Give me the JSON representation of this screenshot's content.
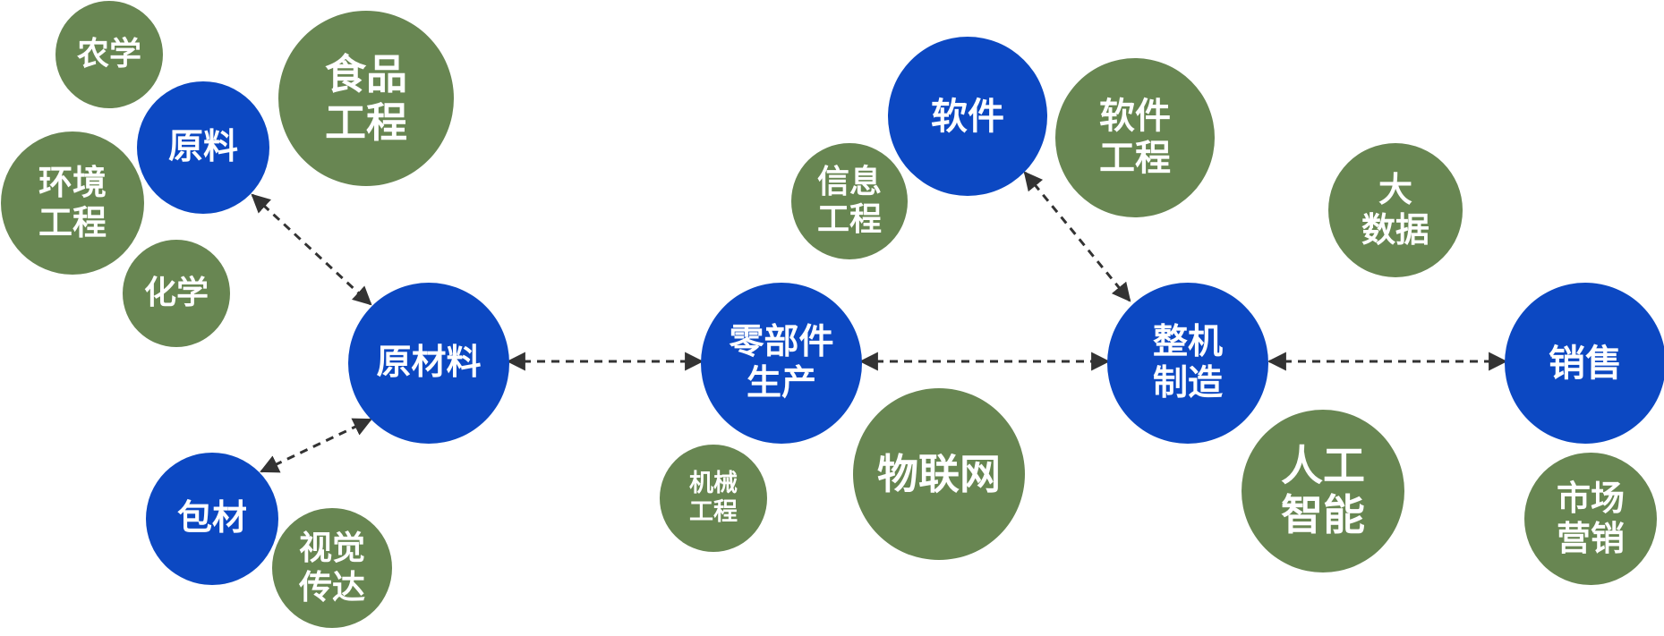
{
  "colors": {
    "primary_node": "#0c48c2",
    "related_node": "#688652",
    "connector": "#333333"
  },
  "nodes": {
    "raw_materials": "原材料",
    "parts_production": "零部件\n生产",
    "whole_machine_manufacturing": "整机\n制造",
    "sales": "销售",
    "materials": "原料",
    "packaging": "包材",
    "software": "软件",
    "agriculture": "农学",
    "food_engineering": "食品\n工程",
    "environmental_engineering": "环境\n工程",
    "chemistry": "化学",
    "visual_communication": "视觉\n传达",
    "information_engineering": "信息\n工程",
    "mechanical_engineering": "机械\n工程",
    "internet_of_things": "物联网",
    "software_engineering": "软件\n工程",
    "big_data": "大\n数据",
    "artificial_intelligence": "人工\n智能",
    "marketing": "市场\n营销"
  },
  "connections": [
    [
      "raw_materials",
      "parts_production"
    ],
    [
      "parts_production",
      "whole_machine_manufacturing"
    ],
    [
      "whole_machine_manufacturing",
      "sales"
    ],
    [
      "materials",
      "raw_materials"
    ],
    [
      "packaging",
      "raw_materials"
    ],
    [
      "software",
      "whole_machine_manufacturing"
    ]
  ]
}
